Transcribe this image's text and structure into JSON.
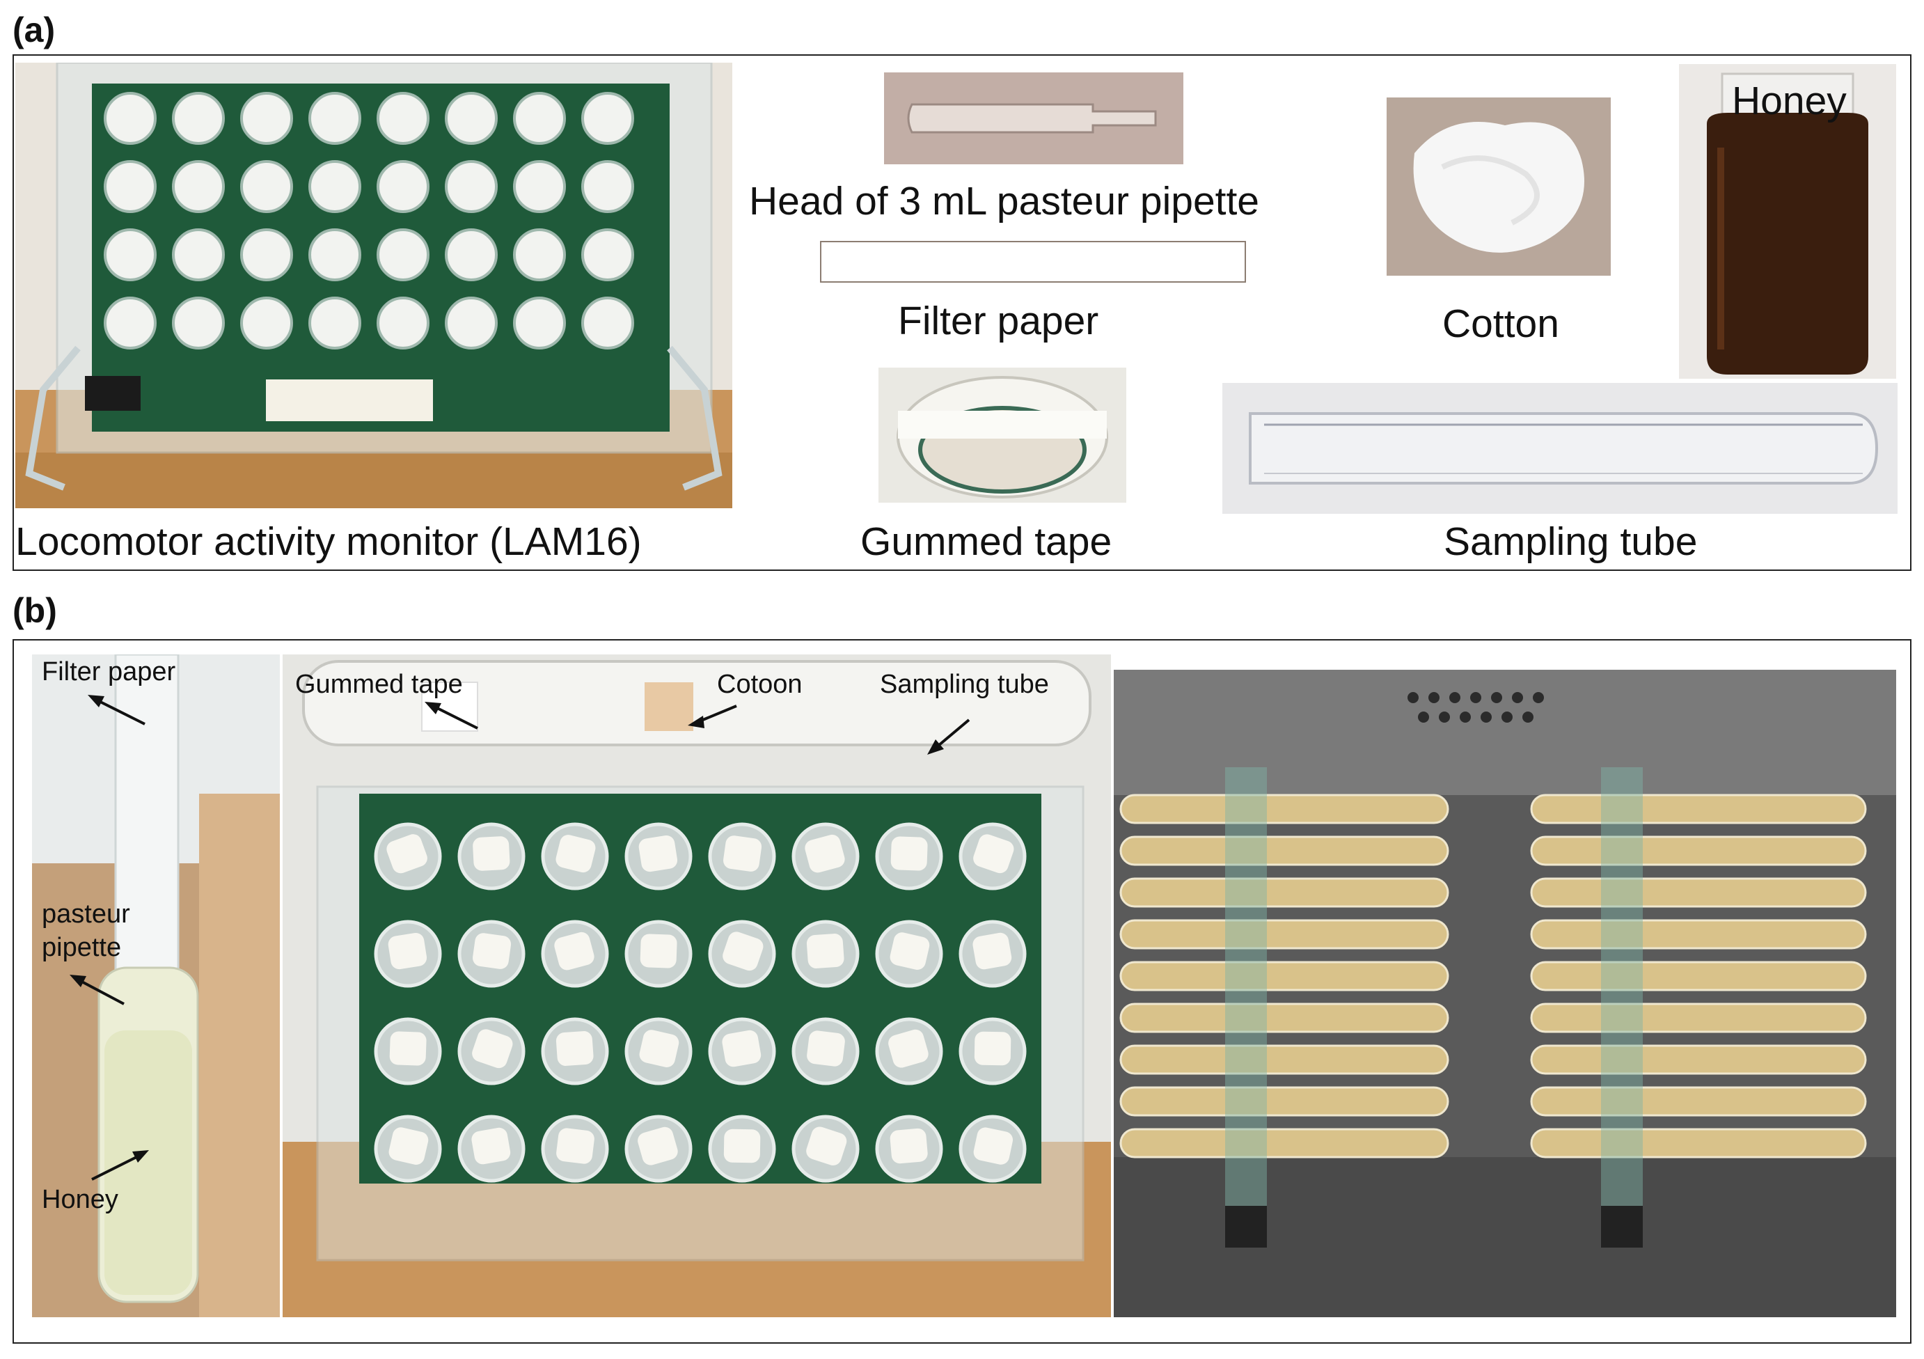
{
  "panel_a": {
    "letter": "(a)",
    "captions": {
      "lam16": "Locomotor activity monitor (LAM16)",
      "pipette": "Head of 3 mL pasteur pipette",
      "filter": "Filter paper",
      "tape": "Gummed tape",
      "cotton": "Cotton",
      "honey": "Honey",
      "tube": "Sampling tube"
    }
  },
  "panel_b": {
    "letter": "(b)",
    "annotations": {
      "filter_paper": "Filter paper",
      "pasteur": "pasteur",
      "pipette": "pipette",
      "honey": "Honey",
      "gummed_tape": "Gummed tape",
      "cotoon": "Cotoon",
      "sampling_tube": "Sampling tube"
    }
  },
  "colors": {
    "pcb_green": "#1f5a3a",
    "wood": "#c9955c",
    "honey_dark": "#3a1e0e",
    "incubator_gray": "#5a5a5a",
    "tube_amber": "#c8a25a"
  }
}
